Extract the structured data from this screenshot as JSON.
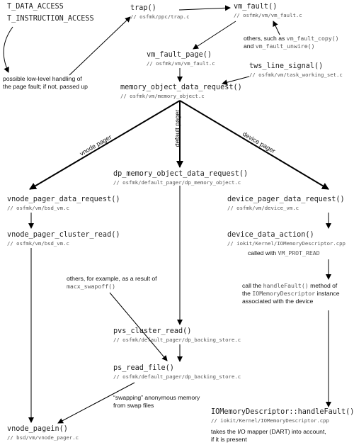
{
  "trap_codes": {
    "data_access": "T_DATA_ACCESS",
    "instruction_access": "T_INSTRUCTION_ACCESS"
  },
  "nodes": {
    "trap": {
      "fn": "trap()",
      "path": "// osfmk/ppc/trap.c"
    },
    "vm_fault": {
      "fn": "vm_fault()",
      "path": "// osfmk/vm/vm_fault.c"
    },
    "vm_fault_page": {
      "fn": "vm_fault_page()",
      "path": "// osfmk/vm/vm_fault.c"
    },
    "tws_line_signal": {
      "fn": "tws_line_signal()",
      "path": "// osfmk/vm/task_working_set.c"
    },
    "memory_object_data_request": {
      "fn": "memory_object_data_request()",
      "path": "// osfmk/vm/memory_object.c"
    },
    "dp_memory_object_data_request": {
      "fn": "dp_memory_object_data_request()",
      "path": "// osfmk/default_pager/dp_memory_object.c"
    },
    "vnode_pager_data_request": {
      "fn": "vnode_pager_data_request()",
      "path": "// osfmk/vm/bsd_vm.c"
    },
    "vnode_pager_cluster_read": {
      "fn": "vnode_pager_cluster_read()",
      "path": "// osfmk/vm/bsd_vm.c"
    },
    "device_pager_data_request": {
      "fn": "device_pager_data_request()",
      "path": "// osfmk/vm/device_vm.c"
    },
    "device_data_action": {
      "fn": "device_data_action()",
      "path": "// iokit/Kernel/IOMemoryDescriptor.cpp"
    },
    "pvs_cluster_read": {
      "fn": "pvs_cluster_read()",
      "path": "// osfmk/default_pager/dp_backing_store.c"
    },
    "ps_read_file": {
      "fn": "ps_read_file()",
      "path": "// osfmk/default_pager/dp_backing_store.c"
    },
    "iomd_handlefault": {
      "fn": "IOMemoryDescriptor::handleFault()",
      "path": "// iokit/Kernel/IOMemoryDescriptor.cpp"
    },
    "vnode_pagein": {
      "fn": "vnode_pagein()",
      "path": "// bsd/vm/vnode_pager.c"
    }
  },
  "notes": {
    "low_level": {
      "line1": "possible low-level handling of",
      "line2": "the page fault; if not, passed up"
    },
    "others_vm_fault": {
      "line1_text": "others, such as ",
      "line1_code": "vm_fault_copy()",
      "line2_and": "and ",
      "line2_code": "vm_fault_unwire()"
    },
    "called_with": {
      "text": "called with ",
      "code": "VM_PROT_READ"
    },
    "handlefault_call": {
      "line1_text": "call the ",
      "line1_code": "handleFault()",
      "line1_tail": " method of",
      "line2_text": "the ",
      "line2_code": "IOMemoryDescriptor",
      "line2_tail": " instance",
      "line3": "associated with the device"
    },
    "others_swapoff": {
      "line1": "others, for example, as a result of",
      "line2_code": "macx_swapoff()"
    },
    "swapping": {
      "line1": "“swapping” anonymous memory",
      "line2": "from swap files"
    },
    "dart": {
      "line1": "takes the I/O mapper (DART) into account,",
      "line2": "if it is present"
    }
  },
  "edge_labels": {
    "vnode": "vnode pager",
    "default": "default pager",
    "device": "device pager"
  },
  "colors": {
    "text": "#111111",
    "path_text": "#555555",
    "arrow": "#000000"
  }
}
